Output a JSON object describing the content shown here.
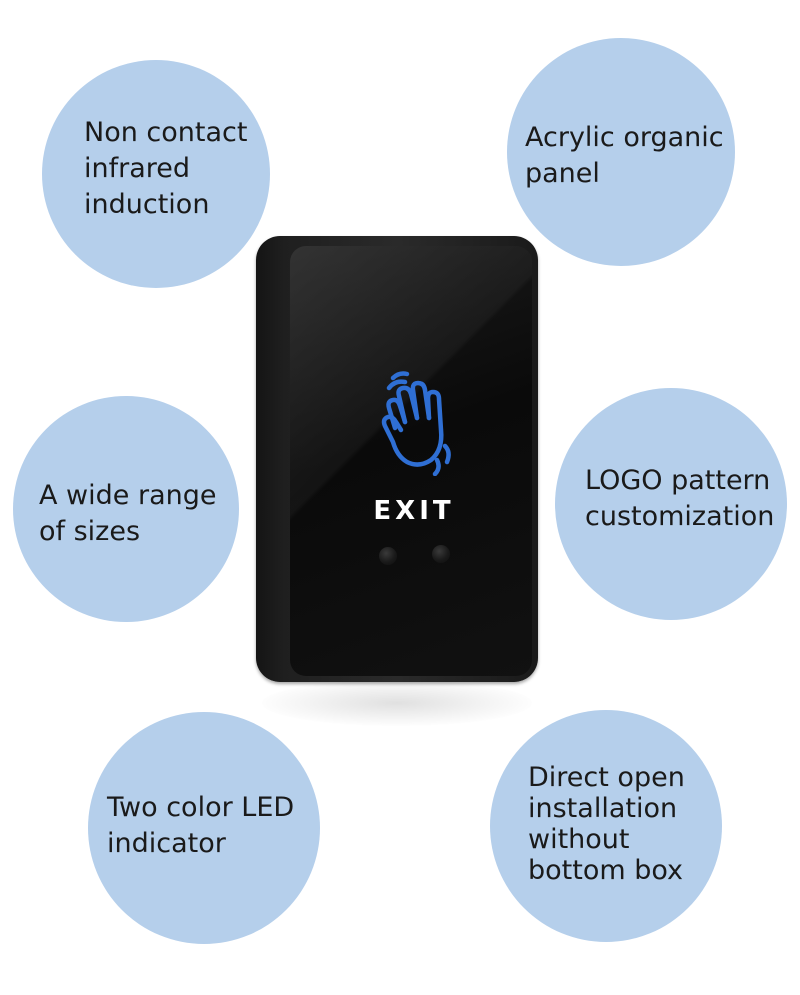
{
  "features": [
    {
      "lines": [
        "Non contact",
        "infrared",
        "induction"
      ]
    },
    {
      "lines": [
        "Acrylic organic",
        "panel"
      ]
    },
    {
      "lines": [
        "A wide range",
        "of sizes"
      ]
    },
    {
      "lines": [
        "LOGO pattern",
        "customization"
      ]
    },
    {
      "lines": [
        "Two color LED",
        "indicator"
      ]
    },
    {
      "lines": [
        "Direct open",
        "installation",
        "without",
        "bottom box"
      ]
    }
  ],
  "device": {
    "label": "EXIT",
    "icon": "hand-wave-icon",
    "icon_color": "#2f6fd4",
    "bubble_color": "#b5cfeb"
  }
}
